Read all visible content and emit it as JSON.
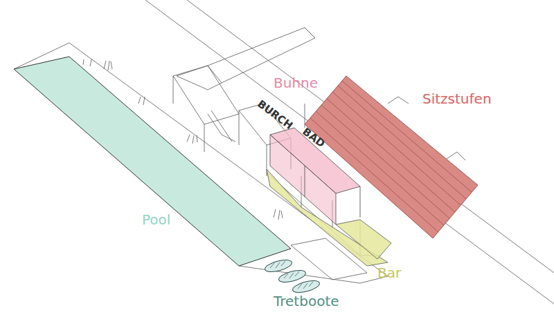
{
  "diagram": {
    "labels": [
      "Buhne",
      "Sitzstufen",
      "BURCH",
      "BAD",
      "Pool",
      "Bar",
      "Tretboote"
    ]
  }
}
